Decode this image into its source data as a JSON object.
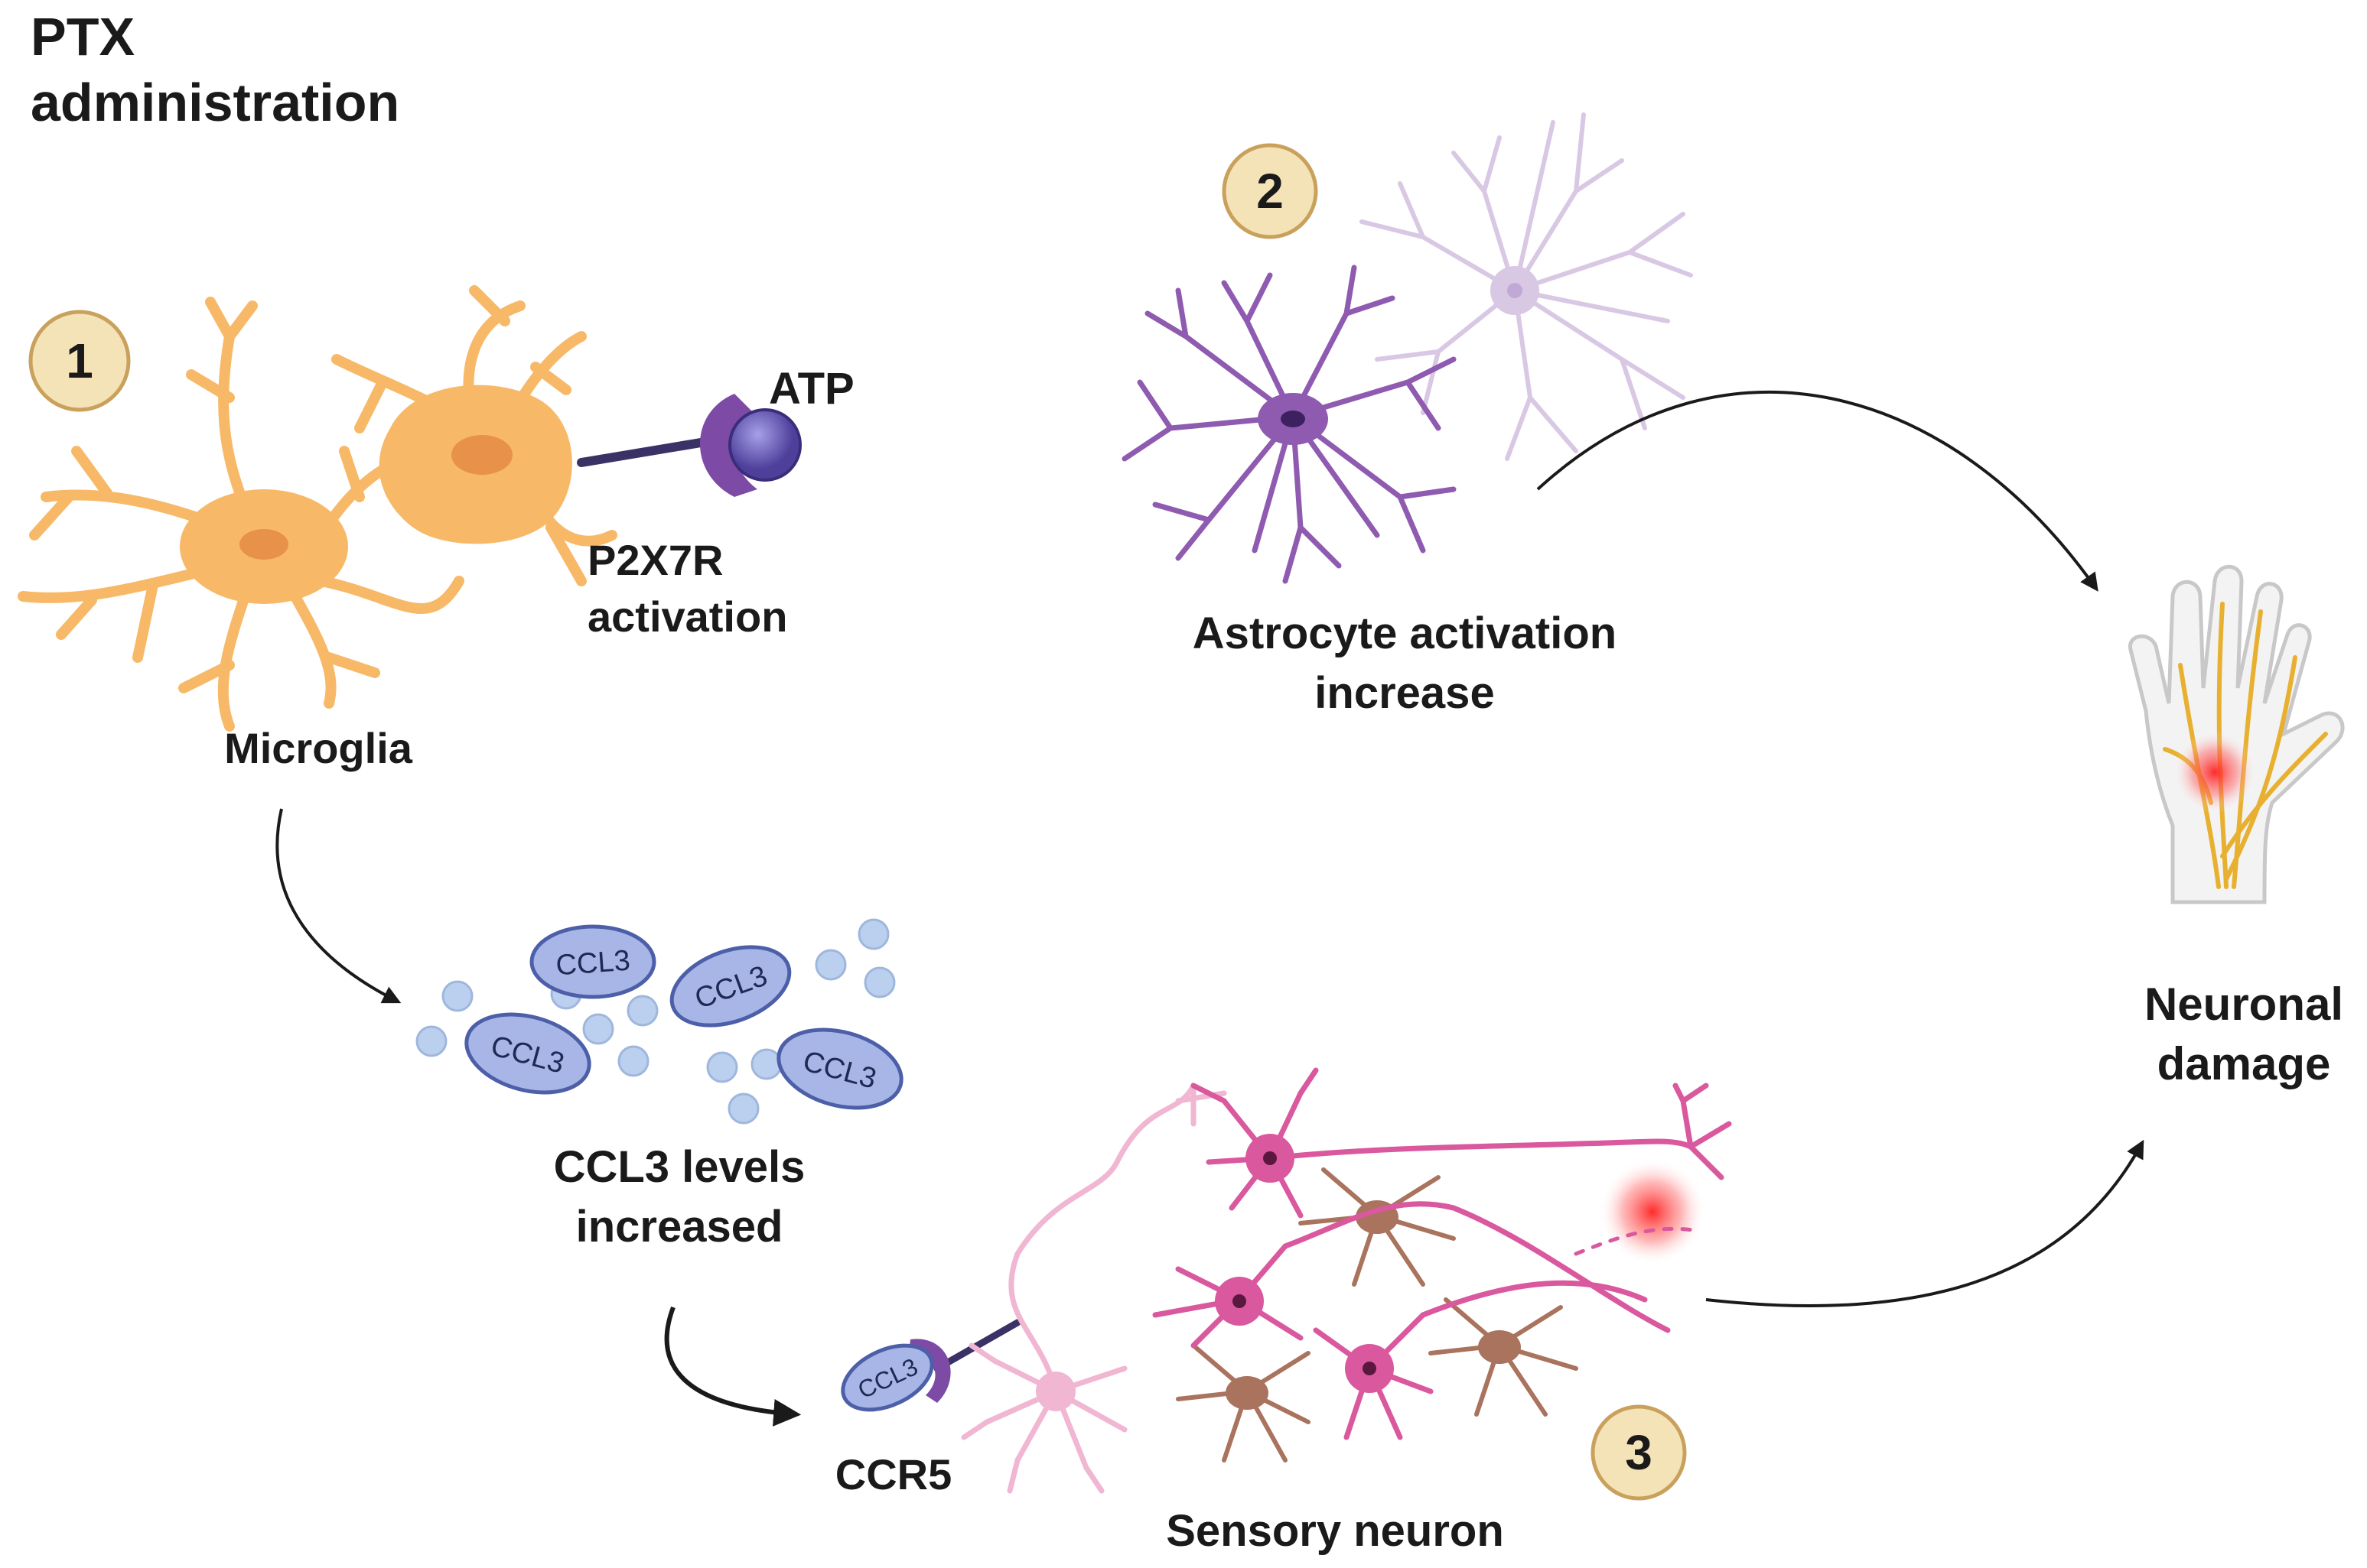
{
  "title": {
    "line1": "PTX",
    "line2": "administration"
  },
  "steps": {
    "one": "1",
    "two": "2",
    "three": "3"
  },
  "labels": {
    "atp": "ATP",
    "p2x7r_line1": "P2X7R",
    "p2x7r_line2": "activation",
    "microglia": "Microglia",
    "astro_line1": "Astrocyte activation",
    "astro_line2": "increase",
    "ccl3_line1": "CCL3 levels",
    "ccl3_line2": "increased",
    "ccr5": "CCR5",
    "sensory": "Sensory neuron",
    "damage_line1": "Neuronal",
    "damage_line2": "damage"
  },
  "ccl3_tag": "CCL3",
  "colors": {
    "microglia": "#F7B968",
    "microglia_dark": "#E8914A",
    "astro_dark": "#8E5BB0",
    "astro_light": "#D9C8E4",
    "neuron_pink": "#D9589E",
    "neuron_light": "#F0B6D2",
    "neuron_brown": "#A9735E",
    "step_circle": "#F5E3B8",
    "ccl3_oval": "#A7B6E6",
    "ccl3_dot": "#BBD0EE",
    "receptor": "#7D4BA5",
    "damage_red": "#FF3A3A"
  }
}
